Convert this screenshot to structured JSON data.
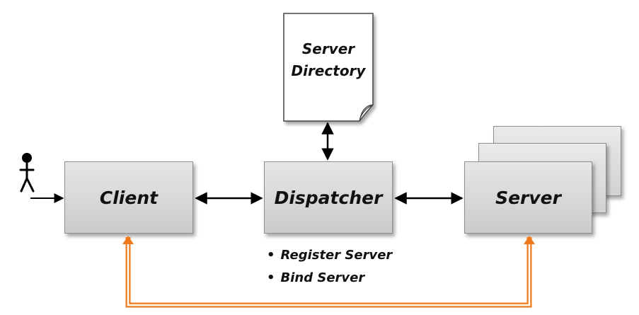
{
  "nodes": {
    "client": "Client",
    "dispatcher": "Dispatcher",
    "server": "Server",
    "directory_line1": "Server",
    "directory_line2": "Directory"
  },
  "dispatcher_notes": [
    "Register Server",
    "Bind Server"
  ],
  "colors": {
    "box_fill_top": "#e6e6e6",
    "box_fill_bottom": "#cbcbcb",
    "box_border": "#8e8e8e",
    "arrow": "#000000",
    "feedback_arrow": "#f07a1a"
  },
  "icons": [
    "user-icon",
    "document-icon"
  ]
}
